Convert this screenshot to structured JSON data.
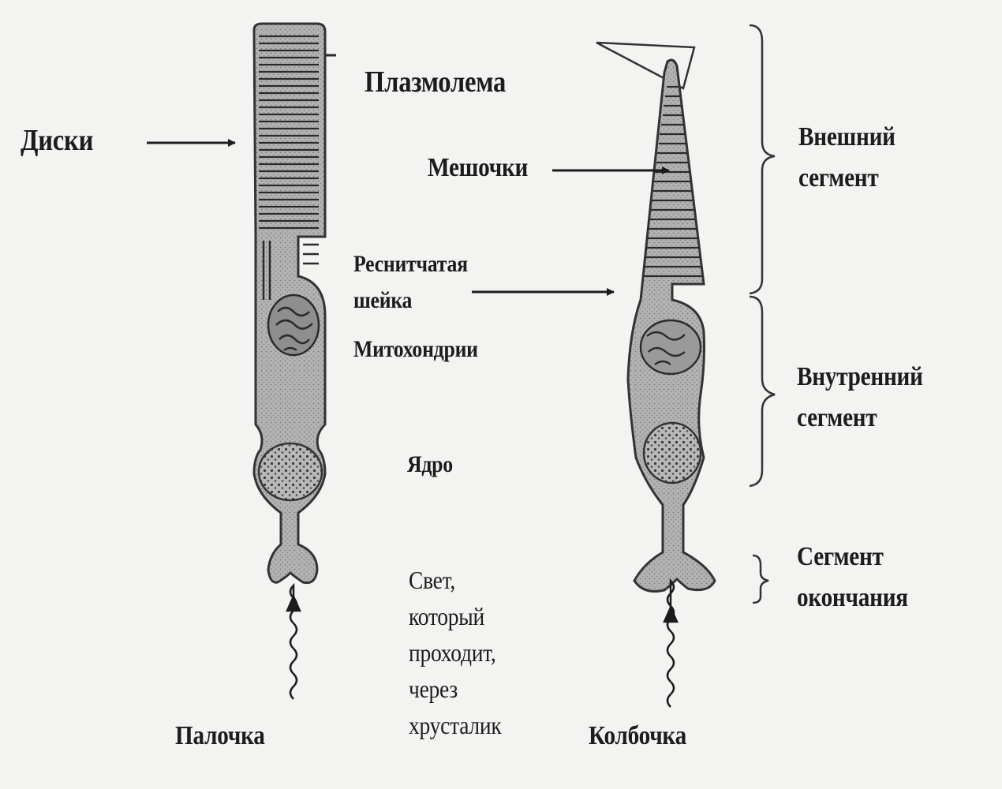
{
  "labels": {
    "discs": "Диски",
    "plasmalemma": "Плазмолема",
    "sacs": "Мешочки",
    "ciliary_neck_line1": "Реснитчатая",
    "ciliary_neck_line2": "шейка",
    "mitochondria": "Митохондрии",
    "nucleus": "Ядро",
    "light_line1": "Свет,",
    "light_line2": "который",
    "light_line3": "проходит,",
    "light_line4": "через",
    "light_line5": "хрусталик",
    "outer_segment_line1": "Внешний",
    "outer_segment_line2": "сегмент",
    "inner_segment_line1": "Внутренний",
    "inner_segment_line2": "сегмент",
    "synaptic_segment_line1": "Сегмент",
    "synaptic_segment_line2": "окончания",
    "rod": "Палочка",
    "cone": "Колбочка"
  },
  "colors": {
    "paper": "#f3f3f1",
    "ink": "#1c1c1c",
    "cell_fill": "#a9a9a9",
    "cell_dark": "#6e6e6e"
  }
}
